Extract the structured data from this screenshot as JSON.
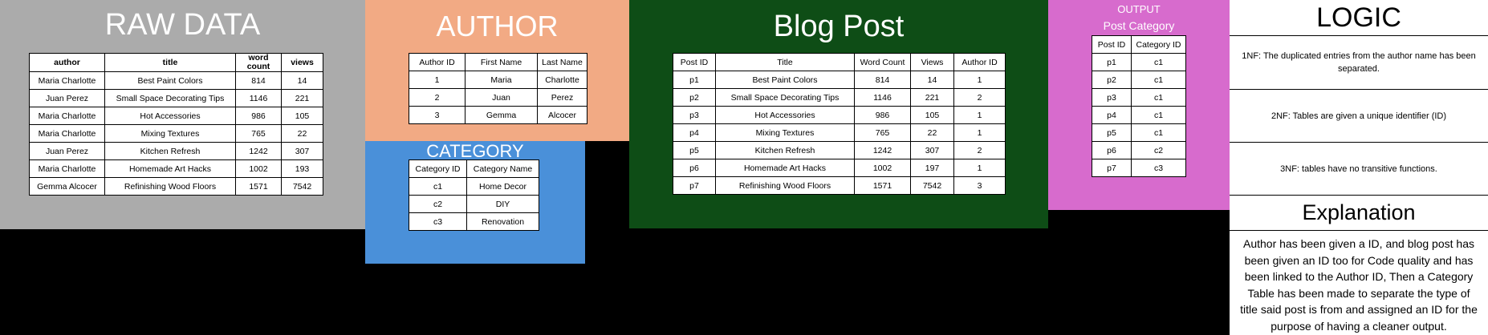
{
  "raw": {
    "title": "RAW DATA",
    "headers": [
      "author",
      "title",
      "word count",
      "views"
    ],
    "rows": [
      [
        "Maria Charlotte",
        "Best Paint Colors",
        "814",
        "14"
      ],
      [
        "Juan Perez",
        "Small Space Decorating Tips",
        "1146",
        "221"
      ],
      [
        "Maria Charlotte",
        "Hot Accessories",
        "986",
        "105"
      ],
      [
        "Maria Charlotte",
        "Mixing Textures",
        "765",
        "22"
      ],
      [
        "Juan Perez",
        "Kitchen Refresh",
        "1242",
        "307"
      ],
      [
        "Maria Charlotte",
        "Homemade Art Hacks",
        "1002",
        "193"
      ],
      [
        "Gemma Alcocer",
        "Refinishing Wood Floors",
        "1571",
        "7542"
      ]
    ]
  },
  "author": {
    "title": "AUTHOR",
    "headers": [
      "Author ID",
      "First Name",
      "Last Name"
    ],
    "rows": [
      [
        "1",
        "Maria",
        "Charlotte"
      ],
      [
        "2",
        "Juan",
        "Perez"
      ],
      [
        "3",
        "Gemma",
        "Alcocer"
      ]
    ]
  },
  "category": {
    "title": "CATEGORY",
    "headers": [
      "Category ID",
      "Category Name"
    ],
    "rows": [
      [
        "c1",
        "Home Decor"
      ],
      [
        "c2",
        "DIY"
      ],
      [
        "c3",
        "Renovation"
      ]
    ]
  },
  "blog": {
    "title": "Blog Post",
    "headers": [
      "Post ID",
      "Title",
      "Word Count",
      "Views",
      "Author ID"
    ],
    "rows": [
      [
        "p1",
        "Best Paint Colors",
        "814",
        "14",
        "1"
      ],
      [
        "p2",
        "Small Space Decorating Tips",
        "1146",
        "221",
        "2"
      ],
      [
        "p3",
        "Hot Accessories",
        "986",
        "105",
        "1"
      ],
      [
        "p4",
        "Mixing Textures",
        "765",
        "22",
        "1"
      ],
      [
        "p5",
        "Kitchen Refresh",
        "1242",
        "307",
        "2"
      ],
      [
        "p6",
        "Homemade Art Hacks",
        "1002",
        "197",
        "1"
      ],
      [
        "p7",
        "Refinishing Wood Floors",
        "1571",
        "7542",
        "3"
      ]
    ]
  },
  "output": {
    "title": "OUTPUT",
    "subtitle": "Post Category",
    "headers": [
      "Post ID",
      "Category ID"
    ],
    "rows": [
      [
        "p1",
        "c1"
      ],
      [
        "p2",
        "c1"
      ],
      [
        "p3",
        "c1"
      ],
      [
        "p4",
        "c1"
      ],
      [
        "p5",
        "c1"
      ],
      [
        "p6",
        "c2"
      ],
      [
        "p7",
        "c3"
      ]
    ]
  },
  "logic": {
    "title": "LOGIC",
    "nf1": "1NF: The duplicated entries from the author name has been separated.",
    "nf2": "2NF: Tables are given a unique identifier (ID)",
    "nf3": "3NF: tables have no transitive functions.",
    "explanation_title": "Explanation",
    "explanation": "Author has been given a ID, and blog post has been given an ID too for Code quality and has been linked to the Author ID, Then a Category Table has been made to separate the type of title said post is from and assigned an ID for the purpose of having a cleaner output."
  },
  "colors": {
    "raw_bg": "#ababab",
    "author_bg": "#f2aa84",
    "category_bg": "#4a90d9",
    "blog_bg": "#0e4d16",
    "output_bg": "#d76bcd",
    "logic_bg": "#ffffff"
  }
}
